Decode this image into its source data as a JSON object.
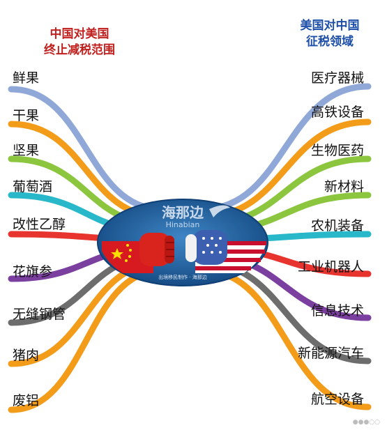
{
  "left_header": {
    "line1": "中国对美国",
    "line2": "终止减税范围"
  },
  "right_header": {
    "line1": "美国对中国",
    "line2": "征税领域"
  },
  "left_items": [
    "鲜果",
    "干果",
    "坚果",
    "葡萄酒",
    "改性乙醇",
    "花旗参",
    "无缝钢管",
    "猪肉",
    "废铝"
  ],
  "right_items": [
    "医疗器械",
    "高铁设备",
    "生物医药",
    "新材料",
    "农机装备",
    "工业机器人",
    "信息技术",
    "新能源汽车",
    "航空设备"
  ],
  "center": {
    "logo_cn": "海那边",
    "logo_en": "Hinabian",
    "caption": "出境移民制作 · 海那边"
  },
  "colors": {
    "left_branches": [
      "#8fa8d8",
      "#f39c1a",
      "#8cc63f",
      "#29b8c9",
      "#e8342e",
      "#7b3fa0",
      "#6d6d6d",
      "#f39c1a",
      "#f39c1a"
    ],
    "right_branches": [
      "#8fa8d8",
      "#f39c1a",
      "#8cc63f",
      "#8cc63f",
      "#29b8c9",
      "#e8342e",
      "#7b3fa0",
      "#6d6d6d",
      "#f39c1a"
    ],
    "left_header": "#c0201e",
    "right_header": "#1d4fa8"
  },
  "watermark": "●●●○○"
}
